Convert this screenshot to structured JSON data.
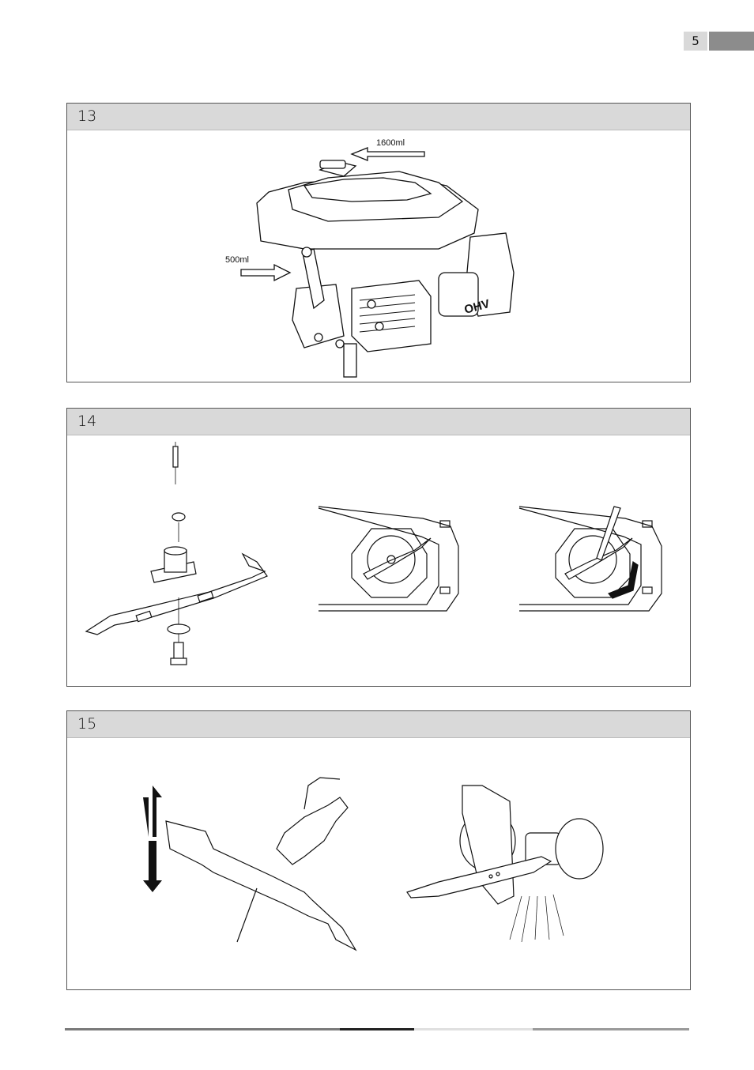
{
  "page": {
    "number": "5"
  },
  "figures": [
    {
      "id": "13",
      "labels": {
        "top_arrow": "1600ml",
        "side_arrow": "500ml"
      }
    },
    {
      "id": "14"
    },
    {
      "id": "15"
    }
  ],
  "colors": {
    "header_bg": "#d9d9d9",
    "tab_dark": "#8c8c8c",
    "footer": [
      "#7a7a7a",
      "#222222",
      "#e0e0e0",
      "#9a9a9a"
    ]
  }
}
